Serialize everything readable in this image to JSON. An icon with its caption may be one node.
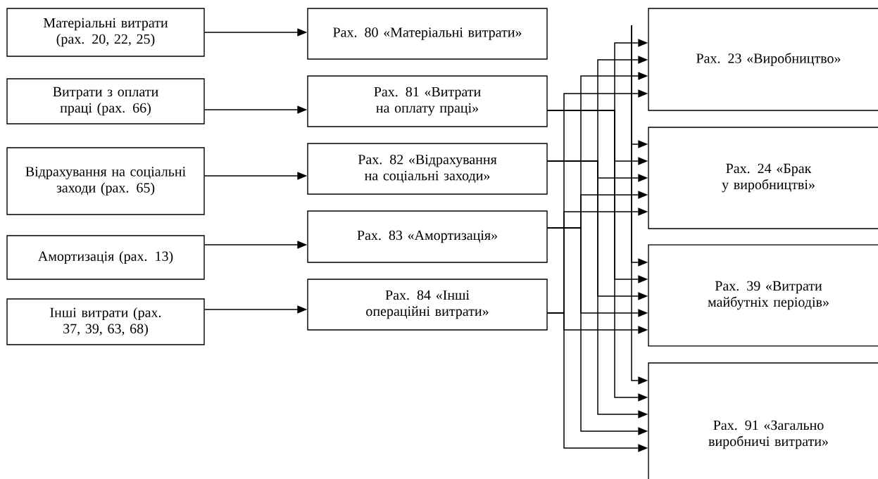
{
  "diagram": {
    "nodes": [
      {
        "text": [
          "Матеріальні витрати (рах. 20, 22, 25)"
        ]
      },
      {
        "text": [
          "Витрати з оплати праці (рах. 66)"
        ]
      },
      {
        "text": [
          "Відрахування на соціальні заходи (рах. 65)"
        ]
      },
      {
        "text": [
          "Амортизація (рах. 13)"
        ]
      },
      {
        "text": [
          "Інші витрати (рах. 37, 39, 63, 68)"
        ]
      },
      {
        "text": [
          "Рах. 80 «Матеріальні витрати»"
        ]
      },
      {
        "text": [
          "Рах. 81 «Витрати на оплату праці»"
        ]
      },
      {
        "text": [
          "Рах. 82 «Відрахування на соціальні заходи»"
        ]
      },
      {
        "text": [
          "Рах. 83 «Амортизація»"
        ]
      },
      {
        "text": [
          "Рах. 84 «Інші операційні витрати»"
        ]
      },
      {
        "text": [
          "Рах. 23 «Виробництво»"
        ]
      },
      {
        "text": [
          "Рах. 24 «Брак у виробництві»"
        ]
      },
      {
        "text": [
          "Рах. 39 «Витрати майбутніх періодів»"
        ]
      },
      {
        "text": [
          "Рах. 91 «Загально виробничі витрати»"
        ]
      }
    ],
    "edges": [
      {
        "from": 0,
        "to": 5,
        "arrow": "to"
      },
      {
        "from": 1,
        "to": 6,
        "arrow": "to"
      },
      {
        "from": 2,
        "to": 7,
        "arrow": "to"
      },
      {
        "from": 3,
        "to": 8,
        "arrow": "to"
      },
      {
        "from": 4,
        "to": 9,
        "arrow": "to"
      },
      {
        "from": null,
        "to": 11,
        "arrow": "to"
      },
      {
        "from": null,
        "to": 12,
        "arrow": "to"
      },
      {
        "from": null,
        "to": 13,
        "arrow": "to"
      },
      {
        "from": 6,
        "to": 10,
        "arrow": "to"
      },
      {
        "from": 6,
        "to": 11,
        "arrow": "to"
      },
      {
        "from": 6,
        "to": 12,
        "arrow": "to"
      },
      {
        "from": 6,
        "to": 13,
        "arrow": "to"
      },
      {
        "from": 7,
        "to": 10,
        "arrow": "to"
      },
      {
        "from": 7,
        "to": 11,
        "arrow": "to"
      },
      {
        "from": 7,
        "to": 12,
        "arrow": "to"
      },
      {
        "from": 7,
        "to": 13,
        "arrow": "to"
      },
      {
        "from": 8,
        "to": 10,
        "arrow": "to"
      },
      {
        "from": 8,
        "to": 11,
        "arrow": "to"
      },
      {
        "from": 8,
        "to": 12,
        "arrow": "to"
      },
      {
        "from": 8,
        "to": 13,
        "arrow": "to"
      },
      {
        "from": 9,
        "to": 10,
        "arrow": "to"
      },
      {
        "from": 9,
        "to": 11,
        "arrow": "to"
      },
      {
        "from": 9,
        "to": 12,
        "arrow": "to"
      },
      {
        "from": 9,
        "to": 13,
        "arrow": "to"
      }
    ]
  }
}
